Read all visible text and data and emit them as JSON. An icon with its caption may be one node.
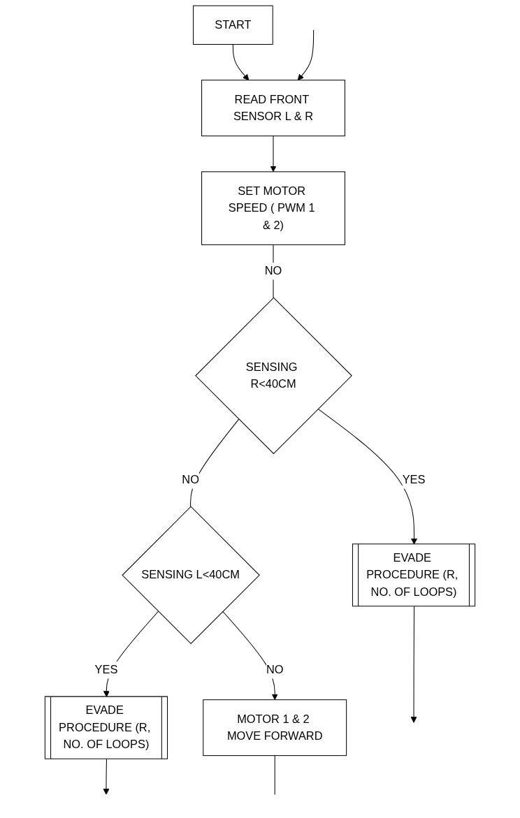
{
  "diagram": {
    "nodes": [
      {
        "text": [
          "START"
        ]
      },
      {
        "text": [
          "READ FRONT SENSOR L & R"
        ]
      },
      {
        "text": [
          "SET MOTOR SPEED ( PWM 1 & 2)"
        ]
      },
      {
        "text": [
          "SENSING R<40CM"
        ]
      },
      {
        "text": [
          "EVADE PROCEDURE (R, NO. OF LOOPS)"
        ]
      },
      {
        "text": [
          "SENSING L<40CM"
        ]
      },
      {
        "text": [
          "EVADE PROCEDURE (R, NO. OF LOOPS)"
        ]
      },
      {
        "text": [
          "MOTOR 1 & 2 MOVE FORWARD"
        ]
      }
    ],
    "edges": [
      {
        "from": 0,
        "to": 1,
        "arrow": "to"
      },
      {
        "from": null,
        "to": 1,
        "arrow": "to"
      },
      {
        "from": 1,
        "to": 2,
        "arrow": "to"
      },
      {
        "from": 2,
        "to": 3,
        "label": "NO",
        "arrow": "none"
      },
      {
        "from": 3,
        "to": 4,
        "label": "YES",
        "arrow": "to"
      },
      {
        "from": 4,
        "to": null,
        "arrow": "to"
      },
      {
        "from": 3,
        "to": 5,
        "label": "NO",
        "arrow": "none"
      },
      {
        "from": 5,
        "to": 6,
        "label": "YES",
        "arrow": "to"
      },
      {
        "from": 6,
        "to": null,
        "arrow": "to"
      },
      {
        "from": 5,
        "to": 7,
        "label": "NO",
        "arrow": "to"
      },
      {
        "from": 7,
        "to": null,
        "arrow": "none"
      }
    ]
  }
}
